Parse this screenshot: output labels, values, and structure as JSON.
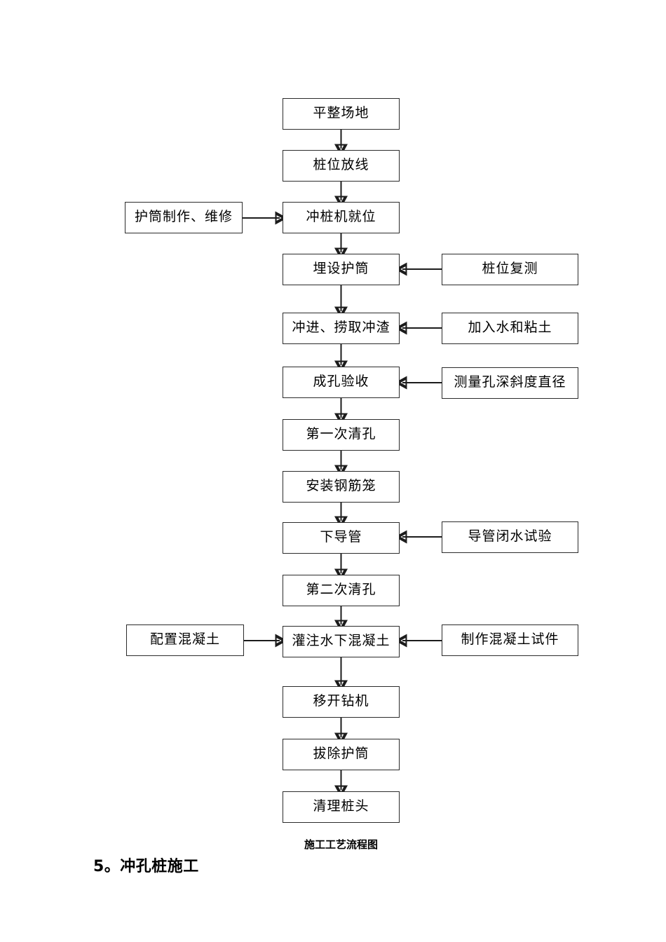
{
  "document": {
    "caption": "施工工艺流程图",
    "section_heading": "5。冲孔桩施工"
  },
  "flow": {
    "main_steps": [
      {
        "id": "pingzheng",
        "label": "平整场地"
      },
      {
        "id": "zhuangwei",
        "label": "桩位放线"
      },
      {
        "id": "chongzhuang",
        "label": "冲桩机就位"
      },
      {
        "id": "maishe",
        "label": "埋设护筒"
      },
      {
        "id": "chongjin",
        "label": "冲进、捞取冲渣"
      },
      {
        "id": "chengkong",
        "label": "成孔验收"
      },
      {
        "id": "diyici",
        "label": "第一次清孔"
      },
      {
        "id": "anzhuang",
        "label": "安装钢筋笼"
      },
      {
        "id": "xiadaoguan",
        "label": "下导管"
      },
      {
        "id": "dierci",
        "label": "第二次清孔"
      },
      {
        "id": "guanzhu",
        "label": "灌注水下混凝土"
      },
      {
        "id": "yikai",
        "label": "移开钻机"
      },
      {
        "id": "bachu",
        "label": "拔除护筒"
      },
      {
        "id": "qingli",
        "label": "清理桩头"
      }
    ],
    "side_steps": [
      {
        "id": "hutong",
        "label": "护筒制作、维修",
        "side": "left",
        "target": "chongzhuang"
      },
      {
        "id": "fuce",
        "label": "桩位复测",
        "side": "right",
        "target": "maishe"
      },
      {
        "id": "jiaru",
        "label": "加入水和粘土",
        "side": "right",
        "target": "chongjin"
      },
      {
        "id": "celiang",
        "label": "测量孔深斜度直径",
        "side": "right",
        "target": "chengkong"
      },
      {
        "id": "bishui",
        "label": "导管闭水试验",
        "side": "right",
        "target": "xiadaoguan"
      },
      {
        "id": "peizhi",
        "label": "配置混凝土",
        "side": "left",
        "target": "guanzhu"
      },
      {
        "id": "shijian",
        "label": "制作混凝土试件",
        "side": "right",
        "target": "guanzhu"
      }
    ]
  },
  "style": {
    "line_color": "#1c1c1c",
    "box_border": "#2b2b2b",
    "background": "#ffffff"
  }
}
